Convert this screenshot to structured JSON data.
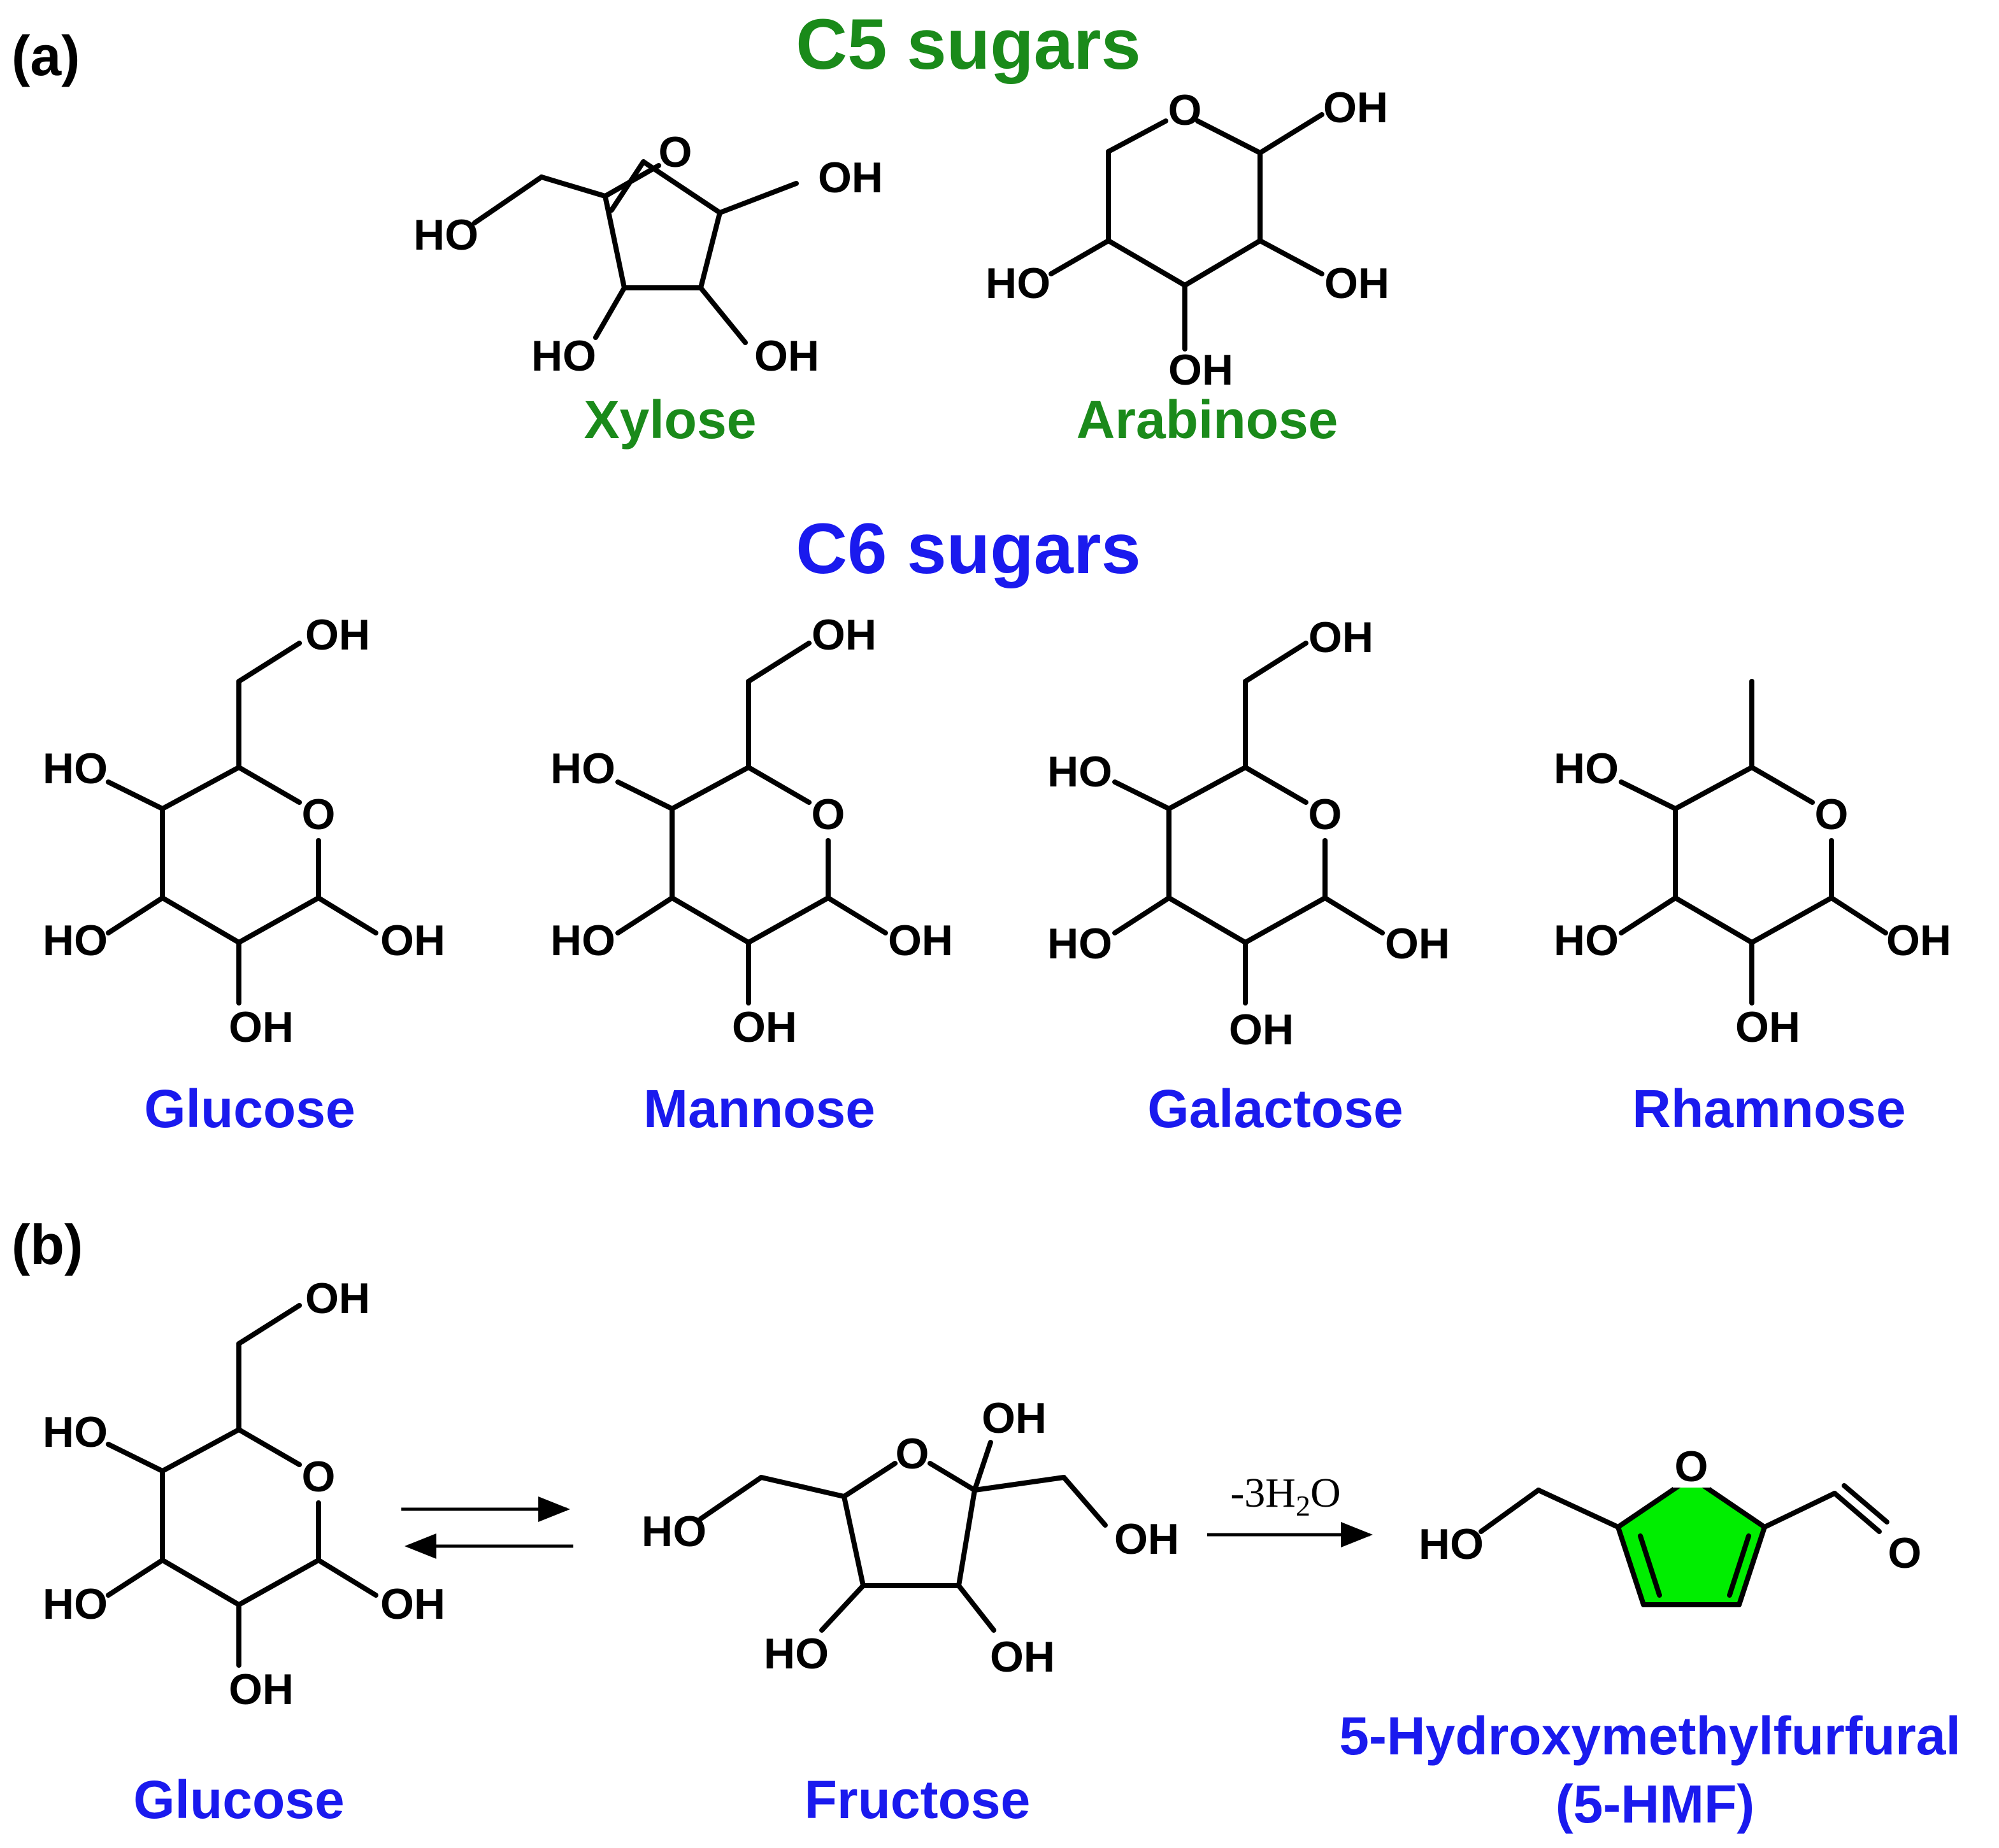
{
  "panels": {
    "a": "(a)",
    "b": "(b)"
  },
  "sections": {
    "c5": "C5 sugars",
    "c6": "C6 sugars"
  },
  "compounds": {
    "xylose": "Xylose",
    "arabinose": "Arabinose",
    "glucose": "Glucose",
    "mannose": "Mannose",
    "galactose": "Galactose",
    "rhamnose": "Rhamnose",
    "glucose_b": "Glucose",
    "fructose": "Fructose",
    "hmf": "5-Hydroxymethylfurfural",
    "hmf_abbr": "(5-HMF)"
  },
  "atoms": {
    "oh": "OH",
    "ho": "HO",
    "o": "O"
  },
  "reaction": {
    "condition": "-3H",
    "sub": "2",
    "tail": "O"
  },
  "colors": {
    "c5": "#1a8a1a",
    "c6": "#1a1aee",
    "ring_fill": "#00ee00",
    "ink": "#000000"
  }
}
